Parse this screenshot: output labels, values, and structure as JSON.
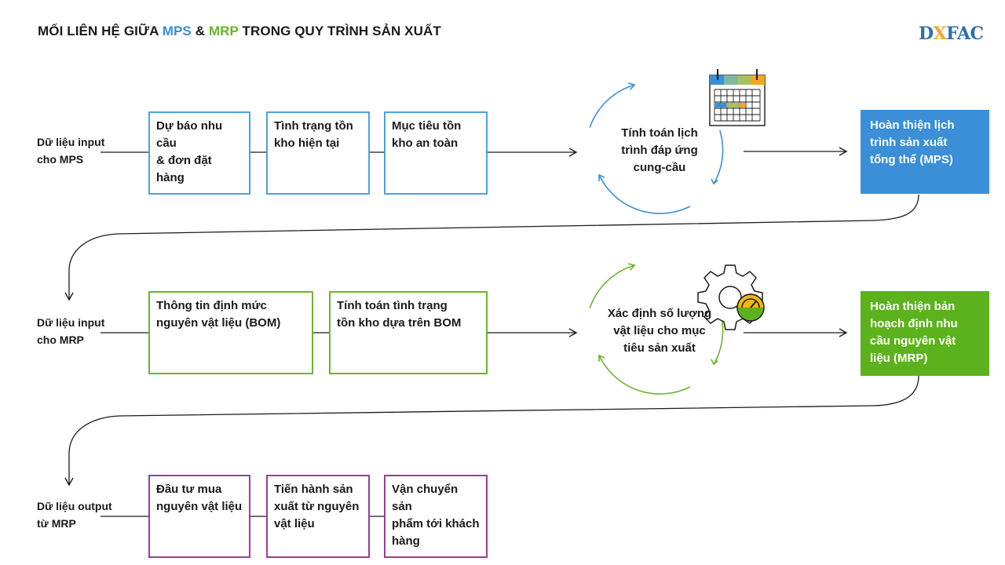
{
  "title": {
    "prefix": "MỐI LIÊN HỆ GIỮA ",
    "mps": "MPS",
    "amp": " & ",
    "mrp": "MRP",
    "suffix": " TRONG QUY TRÌNH SẢN XUẤT"
  },
  "logo": {
    "left": "D",
    "x": "X",
    "right": "FAC"
  },
  "colors": {
    "blue": "#3a8fd6",
    "light_blue": "#4aa3dd",
    "green": "#6bb32e",
    "green_fill": "#5cb21c",
    "purple": "#9a3d9a",
    "orange": "#f5a623"
  },
  "rows": {
    "mps": {
      "label": [
        "Dữ liệu input",
        "cho MPS"
      ],
      "boxes": [
        [
          "Dự báo nhu cầu",
          "& đơn đặt hàng"
        ],
        [
          "Tình trạng tồn",
          "kho hiện tại"
        ],
        [
          "Mục tiêu tồn",
          "kho an toàn"
        ]
      ],
      "cycle": [
        "Tính toán lịch",
        "trình đáp ứng",
        "cung-cầu"
      ],
      "cycle_icon": "calendar-icon",
      "result": [
        "Hoàn thiện lịch",
        "trình sản xuất",
        "tổng thể (MPS)"
      ]
    },
    "mrp": {
      "label": [
        "Dữ liệu input",
        "cho MRP"
      ],
      "boxes": [
        [
          "Thông tin định mức",
          "nguyên vật liệu (BOM)"
        ],
        [
          "Tính toán tình trạng",
          "tồn kho dựa trên BOM"
        ]
      ],
      "cycle": [
        "Xác định số lượng",
        "vật liệu cho mục",
        "tiêu sản xuất"
      ],
      "cycle_icon": "gear-gauge-icon",
      "result": [
        "Hoàn thiện bản",
        "hoạch định nhu",
        "cầu nguyên vật",
        "liệu (MRP)"
      ]
    },
    "output": {
      "label": [
        "Dữ liệu output",
        "từ MRP"
      ],
      "boxes": [
        [
          "Đầu tư mua",
          "nguyên vật liệu"
        ],
        [
          "Tiến hành sản",
          "xuất từ nguyên",
          "vật liệu"
        ],
        [
          "Vận chuyển sản",
          "phẩm tới khách",
          "hàng"
        ]
      ]
    }
  }
}
